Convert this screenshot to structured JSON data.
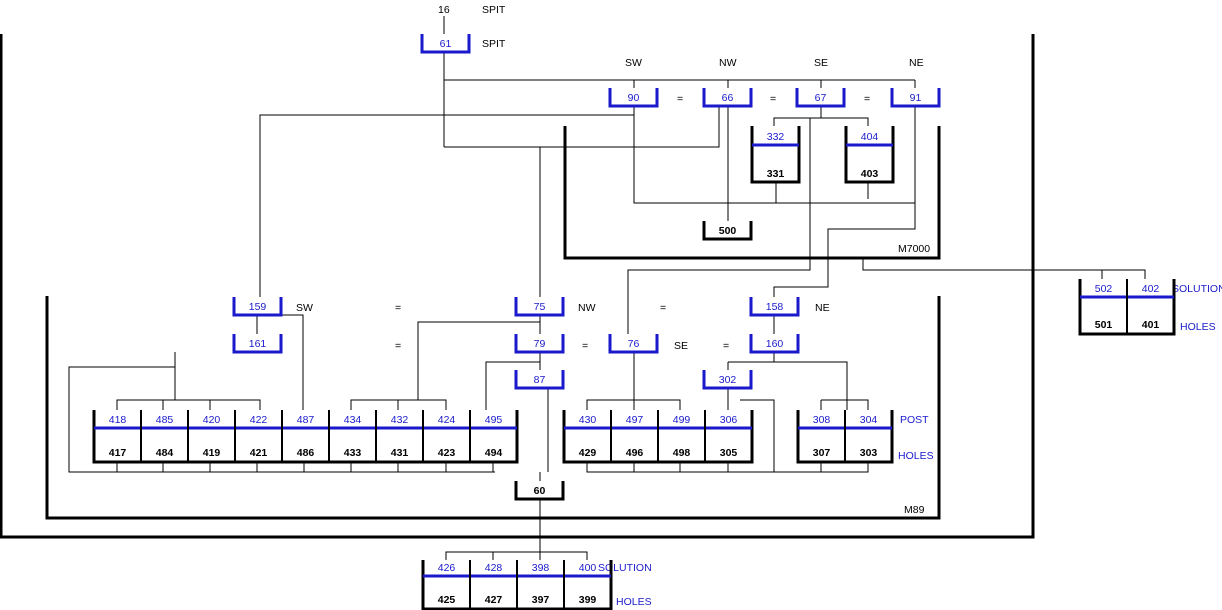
{
  "top": {
    "number": "16",
    "spit_label": "SPIT",
    "spit_box": "61",
    "spit_box_label": "SPIT"
  },
  "orientation": {
    "sw": "SW",
    "nw": "NW",
    "se": "SE",
    "ne": "NE",
    "eq": "="
  },
  "upper": {
    "row1": [
      "90",
      "66",
      "67",
      "91"
    ],
    "pair": [
      {
        "top": "332",
        "bottom": "331"
      },
      {
        "top": "404",
        "bottom": "403"
      }
    ],
    "c500": "500",
    "label": "M7000"
  },
  "right_group": {
    "cells": [
      {
        "top": "502",
        "bottom": "501"
      },
      {
        "top": "402",
        "bottom": "401"
      }
    ],
    "solution_label": "SOLUTION",
    "holes_label": "HOLES"
  },
  "lower": {
    "b159": "159",
    "b75": "75",
    "b158": "158",
    "b161": "161",
    "b79": "79",
    "b76": "76",
    "b160": "160",
    "b87": "87",
    "b302": "302",
    "b60": "60",
    "group1": [
      {
        "top": "418",
        "bottom": "417"
      },
      {
        "top": "485",
        "bottom": "484"
      },
      {
        "top": "420",
        "bottom": "419"
      },
      {
        "top": "422",
        "bottom": "421"
      },
      {
        "top": "487",
        "bottom": "486"
      },
      {
        "top": "434",
        "bottom": "433"
      },
      {
        "top": "432",
        "bottom": "431"
      },
      {
        "top": "424",
        "bottom": "423"
      },
      {
        "top": "495",
        "bottom": "494"
      }
    ],
    "group2": [
      {
        "top": "430",
        "bottom": "429"
      },
      {
        "top": "497",
        "bottom": "496"
      },
      {
        "top": "499",
        "bottom": "498"
      },
      {
        "top": "306",
        "bottom": "305"
      }
    ],
    "group3": [
      {
        "top": "308",
        "bottom": "307"
      },
      {
        "top": "304",
        "bottom": "303"
      }
    ],
    "post_label": "POST",
    "holes_label": "HOLES",
    "label": "M89"
  },
  "bottom_group": {
    "cells": [
      {
        "top": "426",
        "bottom": "425"
      },
      {
        "top": "428",
        "bottom": "427"
      },
      {
        "top": "398",
        "bottom": "397"
      },
      {
        "top": "400",
        "bottom": "399"
      }
    ],
    "solution_label": "SOLUTION",
    "holes_label": "HOLES"
  },
  "colors": {
    "blue": "#1a1acc",
    "black": "#000000"
  }
}
